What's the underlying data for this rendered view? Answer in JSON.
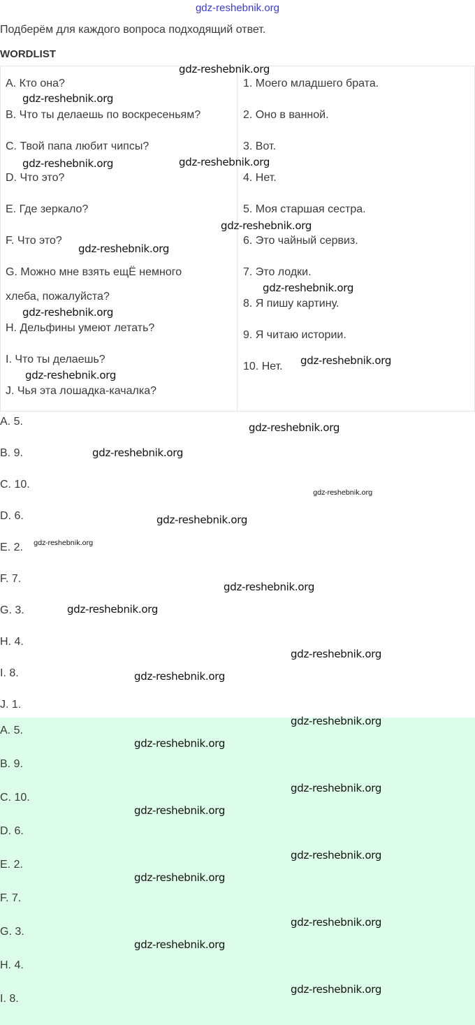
{
  "header_watermark": "gdz-reshebnik.org",
  "instruction": "Подберём для каждого вопроса подходящий ответ.",
  "section_title": "WORDLIST",
  "questions": [
    "A. Кто она?",
    "B. Что ты делаешь по воскресеньям?",
    "C. Твой папа любит чипсы?",
    "D. Что это?",
    "E. Где зеркало?",
    "F. Что это?",
    "G. Можно мне взять ещЁ немного",
    "хлеба, пожалуйста?",
    "H. Дельфины умеют летать?",
    "I. Что ты делаешь?",
    "J. Чья эта лошадка-качалка?"
  ],
  "responses": [
    "1. Моего младшего брата.",
    "2. Оно в ванной.",
    "3. Вот.",
    "4. Нет.",
    "5. Моя старшая сестра.",
    "6. Это чайный сервиз.",
    "7. Это лодки.",
    "8. Я пишу картину.",
    "9. Я читаю истории.",
    "10. Нет."
  ],
  "answers": [
    "A. 5.",
    "B. 9.",
    "C. 10.",
    "D. 6.",
    "E. 2.",
    "F. 7.",
    "G. 3.",
    "H. 4.",
    "I. 8.",
    "J. 1."
  ],
  "answers_highlighted": [
    "A. 5.",
    "B. 9.",
    "C. 10.",
    "D. 6.",
    "E. 2.",
    "F. 7.",
    "G. 3.",
    "H. 4.",
    "I. 8."
  ],
  "watermark": "gdz-reshebnik.org",
  "colors": {
    "highlight_bg": "#dcfde9",
    "header_watermark": "#3a3adb"
  }
}
